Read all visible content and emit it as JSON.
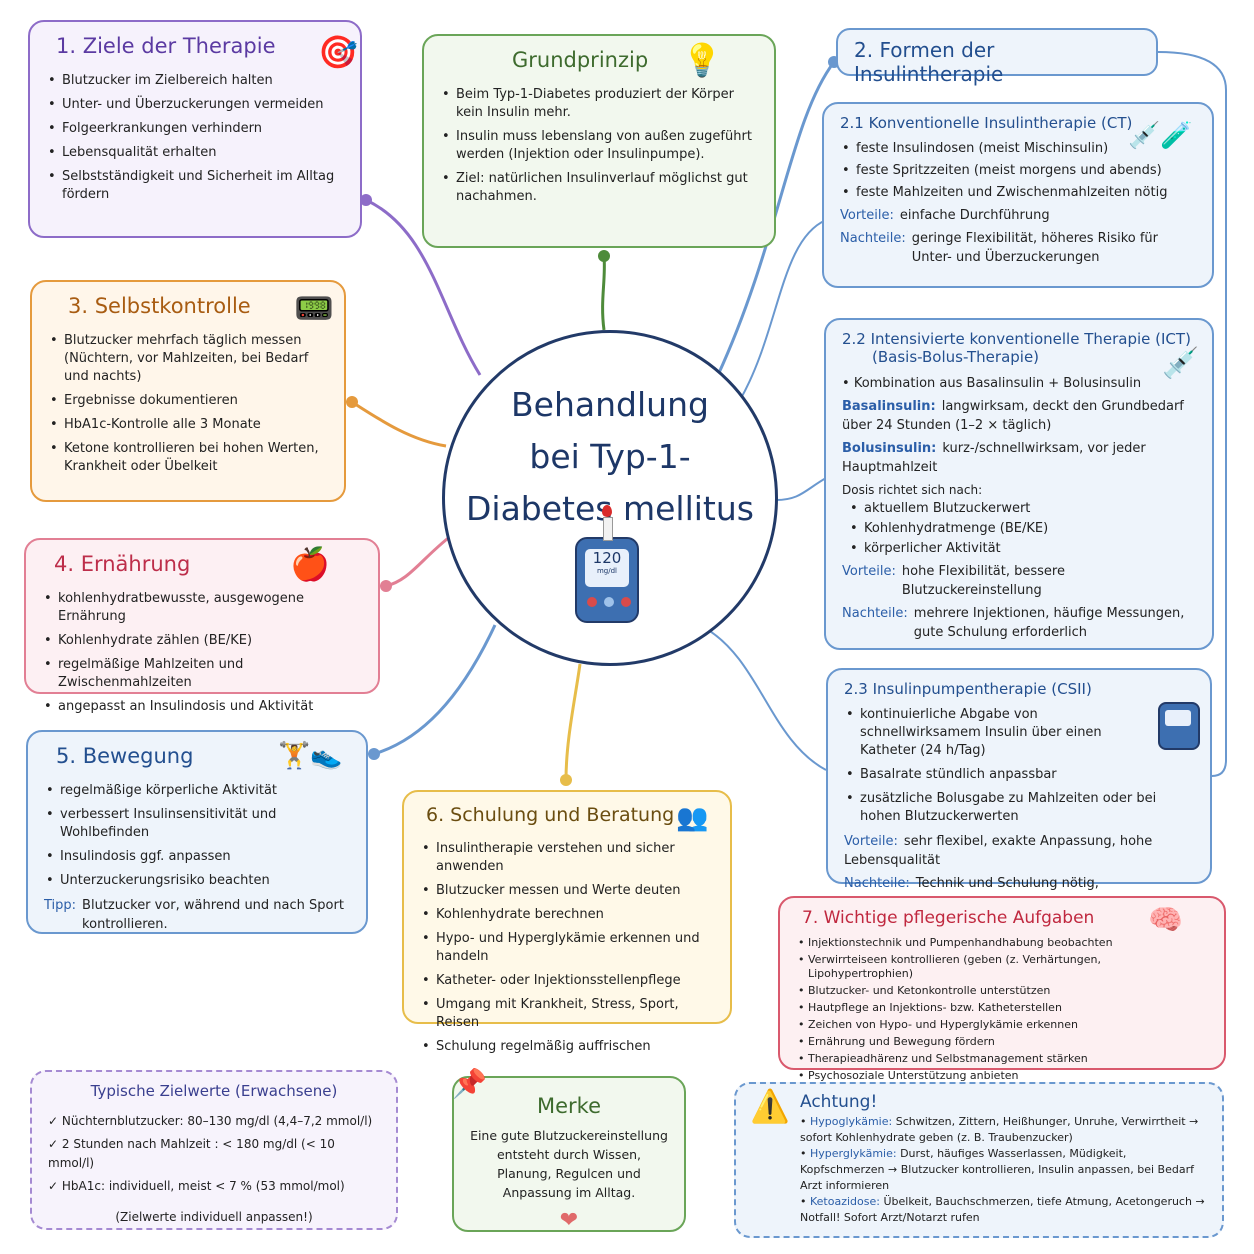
{
  "center": {
    "title_lines": [
      "Behandlung",
      "bei Typ-1-",
      "Diabetes mellitus"
    ],
    "meter_value": "120",
    "meter_unit": "mg/dl"
  },
  "ziele": {
    "title": "1. Ziele der Therapie",
    "items": [
      "Blutzucker im Zielbereich halten",
      "Unter- und Überzuckerungen vermeiden",
      "Folgeerkrankungen verhindern",
      "Lebensqualität erhalten",
      "Selbstständigkeit und Sicherheit im Alltag fördern"
    ]
  },
  "grundprinzip": {
    "title": "Grundprinzip",
    "items": [
      "Beim Typ-1-Diabetes produziert der Körper kein Insulin mehr.",
      "Insulin muss lebenslang von außen zugeführt werden (Injektion oder Insulinpumpe).",
      "Ziel: natürlichen Insulinverlauf möglichst gut nachahmen."
    ]
  },
  "formen": {
    "title": "2. Formen der Insulintherapie"
  },
  "ct": {
    "title": "2.1 Konventionelle Insulintherapie (CT)",
    "items": [
      "feste Insulindosen (meist Mischinsulin)",
      "feste Spritzzeiten (meist morgens und abends)",
      "feste Mahlzeiten und Zwischenmahlzeiten nötig"
    ],
    "vorteile_label": "Vorteile:",
    "vorteile": "einfache Durchführung",
    "nachteile_label": "Nachteile:",
    "nachteile": "geringe Flexibilität, höheres Risiko für Unter- und Überzuckerungen"
  },
  "ict": {
    "title": "2.2 Intensivierte konventionelle Therapie (ICT)",
    "title2": "(Basis-Bolus-Therapie)",
    "kombination": "Kombination aus Basalinsulin + Bolusinsulin",
    "basal_label": "Basalinsulin:",
    "basal": "langwirksam, deckt den Grundbedarf über 24 Stunden (1–2 × täglich)",
    "bolus_label": "Bolusinsulin:",
    "bolus": "kurz-/schnellwirksam, vor jeder Hauptmahlzeit",
    "dosis_label": "Dosis richtet sich nach:",
    "dosis_items": [
      "aktuellem Blutzuckerwert",
      "Kohlenhydratmenge (BE/KE)",
      "körperlicher Aktivität"
    ],
    "vorteile_label": "Vorteile:",
    "vorteile": "hohe Flexibilität, bessere Blutzuckereinstellung",
    "nachteile_label": "Nachteile:",
    "nachteile": "mehrere Injektionen, häufige Messungen, gute Schulung erforderlich"
  },
  "csii": {
    "title": "2.3 Insulinpumpentherapie (CSII)",
    "items": [
      "kontinuierliche Abgabe von schnellwirksamem Insulin über einen Katheter (24 h/Tag)",
      "Basalrate stündlich anpassbar",
      "zusätzliche Bolusgabe zu Mahlzeiten oder bei hohen Blutzuckerwerten"
    ],
    "vorteile_label": "Vorteile:",
    "vorteile": "sehr flexibel, exakte Anpassung, hohe Lebensqualität",
    "nachteile_label": "Nachteile:",
    "nachteile": "Technik und Schulung nötig, Katheterpflege, Kostenübernahme klären"
  },
  "selbst": {
    "title": "3. Selbstkontrolle",
    "items": [
      "Blutzucker mehrfach täglich messen (Nüchtern, vor Mahlzeiten, bei Bedarf und nachts)",
      "Ergebnisse dokumentieren",
      "HbA1c-Kontrolle alle 3 Monate",
      "Ketone kontrollieren bei hohen Werten, Krankheit oder Übelkeit"
    ]
  },
  "ernaehrung": {
    "title": "4. Ernährung",
    "items": [
      "kohlenhydratbewusste, ausgewogene Ernährung",
      "Kohlenhydrate zählen (BE/KE)",
      "regelmäßige Mahlzeiten und Zwischenmahlzeiten",
      "angepasst an Insulindosis und Aktivität"
    ]
  },
  "bewegung": {
    "title": "5. Bewegung",
    "items": [
      "regelmäßige körperliche Aktivität",
      "verbessert Insulinsensitivität und Wohlbefinden",
      "Insulindosis ggf. anpassen",
      "Unterzuckerungsrisiko beachten"
    ],
    "tipp_label": "Tipp:",
    "tipp": "Blutzucker vor, während und nach Sport kontrollieren."
  },
  "schulung": {
    "title": "6. Schulung und Beratung",
    "items": [
      "Insulintherapie verstehen und sicher anwenden",
      "Blutzucker messen und Werte deuten",
      "Kohlenhydrate berechnen",
      "Hypo- und Hyperglykämie erkennen und handeln",
      "Katheter- oder Injektionsstellenpflege",
      "Umgang mit Krankheit, Stress, Sport, Reisen",
      "Schulung regelmäßig auffrischen"
    ]
  },
  "pflege": {
    "title": "7. Wichtige pflegerische Aufgaben",
    "items": [
      "Injektionstechnik und Pumpenhandhabung beobachten",
      "Verwirrteiseen kontrollieren (geben (z. Verhärtungen, Lipohypertrophien)",
      "Blutzucker- und Ketonkontrolle unterstützen",
      "Hautpflege an Injektions- bzw. Katheterstellen",
      "Zeichen von Hypo- und Hyperglykämie erkennen",
      "Ernährung und Bewegung fördern",
      "Therapieadhärenz und Selbstmanagement stärken",
      "Psychosoziale Unterstützung anbieten"
    ]
  },
  "zielwerte": {
    "title": "Typische Zielwerte (Erwachsene)",
    "items": [
      "Nüchternblutzucker: 80–130 mg/dl (4,4–7,2 mmol/l)",
      "2 Stunden nach Mahlzeit : < 180 mg/dl (< 10 mmol/l)",
      "HbA1c: individuell, meist < 7 % (53 mmol/mol)"
    ],
    "check": "✓",
    "note": "(Zielwerte individuell anpassen!)"
  },
  "merke": {
    "title": "Merke",
    "text": "Eine gute Blutzuckereinstellung entsteht durch Wissen, Planung, Regulcen und Anpassung im Alltag."
  },
  "achtung": {
    "title": "Achtung!",
    "hypo_label": "Hypoglykämie:",
    "hypo": "Schwitzen, Zittern, Heißhunger, Unruhe, Verwirrtheit → sofort Kohlenhydrate geben (z. B. Traubenzucker)",
    "hyper_label": "Hyperglykämie:",
    "hyper": "Durst, häufiges Wasserlassen, Müdigkeit, Kopfschmerzen → Blutzucker kontrollieren, Insulin anpassen, bei Bedarf Arzt informieren",
    "keto_label": "Ketoazidose:",
    "keto": "Übelkeit, Bauchschmerzen, tiefe Atmung, Acetongeruch → Notfall! Sofort Arzt/Notarzt rufen"
  },
  "icons": {
    "ziele": "target-icon",
    "grundprinzip": "lightbulb-icon",
    "ct": "syringe-vial-icon",
    "ict": "syringe-icon",
    "csii": "insulin-pump-icon",
    "selbst": "glucometer-icon",
    "ernaehrung": "apple-icon",
    "bewegung": "dumbbell-shoe-icon",
    "schulung": "people-chat-icon",
    "pflege": "brain-icon",
    "merke": "pin-heart-icon",
    "achtung": "warning-icon"
  },
  "colors": {
    "center_border": "#223a68",
    "purple": "#8d6cc8",
    "green": "#6aa558",
    "orange": "#e59a3d",
    "pink": "#e27f94",
    "blue": "#6a98cf",
    "yellow": "#e7bd4a",
    "red": "#d9596d"
  }
}
